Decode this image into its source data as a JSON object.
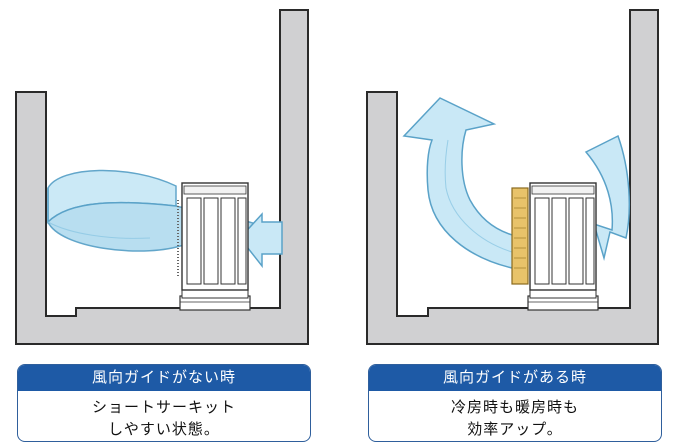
{
  "panels": [
    {
      "title": "風向ガイドがない時",
      "desc_line1": "ショートサーキット",
      "desc_line2": "しやすい状態。"
    },
    {
      "title": "風向ガイドがある時",
      "desc_line1": "冷房時も暖房時も",
      "desc_line2": "効率アップ。"
    }
  ],
  "colors": {
    "wall": "#d0d0d2",
    "wall_outline": "#2a2a2a",
    "airflow": "#bfe3f3",
    "airflow_outline": "#5aa2c8",
    "guide": "#e8c36a",
    "header": "#1e5aa6"
  }
}
